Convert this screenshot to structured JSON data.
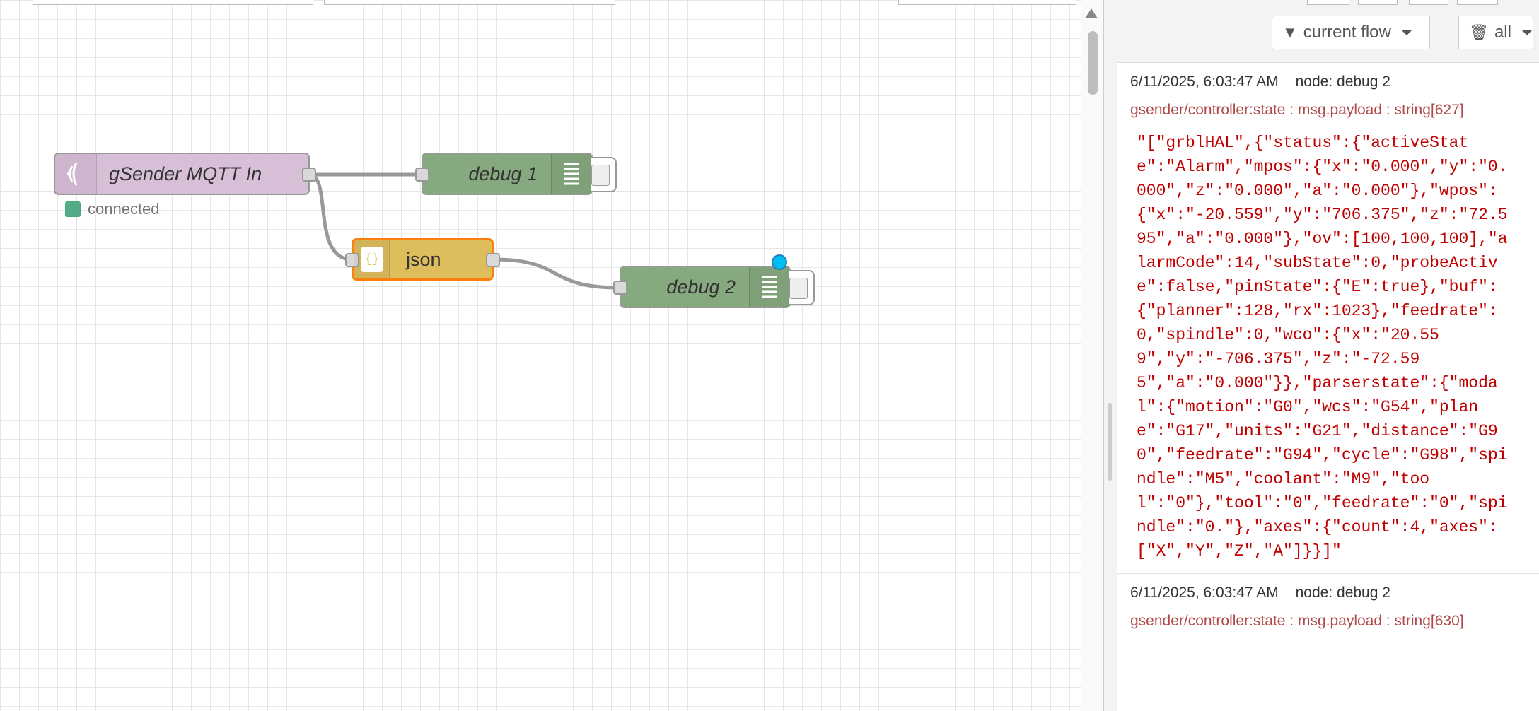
{
  "colors": {
    "mqtt_node": "#d8bfd8",
    "debug_node": "#87a980",
    "json_node": "#debd5c",
    "selected_outline": "#ff7f0e",
    "status_green": "#5a8",
    "payload_text": "#c00000",
    "topic_text": "#b04a4a",
    "changed_dot": "#00bcf2"
  },
  "nodes": {
    "mqtt_in": {
      "label": "gSender MQTT In",
      "icon": "bridge-wireless-icon",
      "status": "connected"
    },
    "debug1": {
      "label": "debug 1",
      "icon": "list-icon"
    },
    "json": {
      "label": "json",
      "icon": "json-file-icon",
      "icon_text": "{}"
    },
    "debug2": {
      "label": "debug 2",
      "icon": "list-icon"
    }
  },
  "toolbar": {
    "filter_label": "current flow",
    "filter_icon": "filter-icon",
    "clear_label": "all",
    "clear_icon": "trash-icon"
  },
  "messages": [
    {
      "timestamp": "6/11/2025, 6:03:47 AM",
      "node": "node: debug 2",
      "topic": "gsender/controller:state : msg.payload : string[627]",
      "payload": "\"[\"grblHAL\",{\"status\":{\"activeState\":\"Alarm\",\"mpos\":{\"x\":\"0.000\",\"y\":\"0.000\",\"z\":\"0.000\",\"a\":\"0.000\"},\"wpos\":{\"x\":\"-20.559\",\"y\":\"706.375\",\"z\":\"72.595\",\"a\":\"0.000\"},\"ov\":[100,100,100],\"alarmCode\":14,\"subState\":0,\"probeActive\":false,\"pinState\":{\"E\":true},\"buf\":{\"planner\":128,\"rx\":1023},\"feedrate\":0,\"spindle\":0,\"wco\":{\"x\":\"20.559\",\"y\":\"-706.375\",\"z\":\"-72.595\",\"a\":\"0.000\"}},\"parserstate\":{\"modal\":{\"motion\":\"G0\",\"wcs\":\"G54\",\"plane\":\"G17\",\"units\":\"G21\",\"distance\":\"G90\",\"feedrate\":\"G94\",\"cycle\":\"G98\",\"spindle\":\"M5\",\"coolant\":\"M9\",\"tool\":\"0\"},\"tool\":\"0\",\"feedrate\":\"0\",\"spindle\":\"0.\"},\"axes\":{\"count\":4,\"axes\":[\"X\",\"Y\",\"Z\",\"A\"]}}]\""
    },
    {
      "timestamp": "6/11/2025, 6:03:47 AM",
      "node": "node: debug 2",
      "topic": "gsender/controller:state : msg.payload : string[630]",
      "payload": ""
    }
  ]
}
